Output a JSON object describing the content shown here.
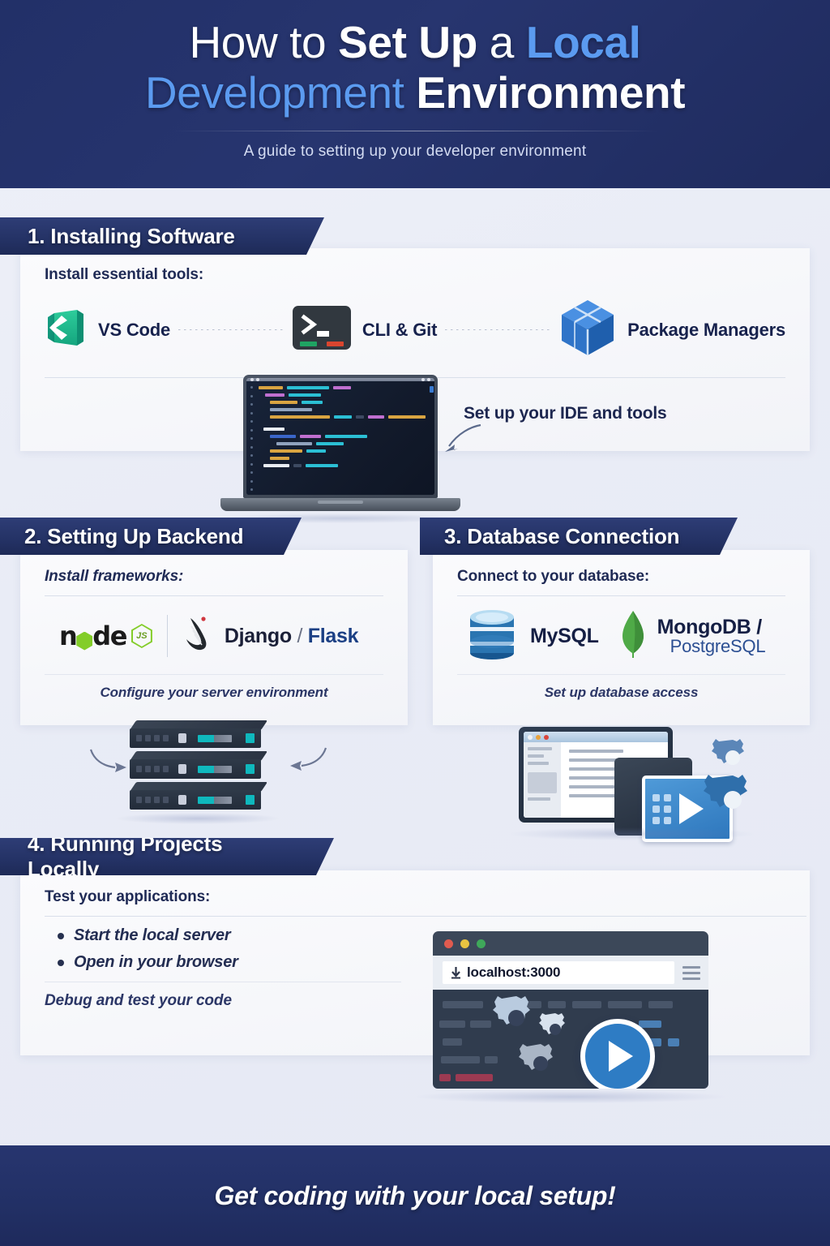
{
  "header": {
    "title_parts": [
      {
        "text": "How to ",
        "style": "light"
      },
      {
        "text": "Set Up ",
        "style": "bold"
      },
      {
        "text": "a ",
        "style": "light"
      },
      {
        "text": "Local",
        "style": "accent-bold"
      },
      {
        "text": "Development ",
        "style": "accent-bold"
      },
      {
        "text": "Environment",
        "style": "bold"
      }
    ],
    "line1_a": "How to ",
    "line1_b": "Set Up ",
    "line1_c": "a ",
    "line1_d": "Local",
    "line2_a": "Development",
    "line2_b": " Environment",
    "subtitle": "A guide to setting up your developer environment",
    "accent_color": "#5b9bf0",
    "bg_color": "#223068"
  },
  "section1": {
    "ribbon": "1. Installing Software",
    "lead": "Install essential tools:",
    "tools": [
      {
        "label": "VS Code",
        "icon": "vscode-icon"
      },
      {
        "label": "CLI & Git",
        "icon": "terminal-icon"
      },
      {
        "label": "Package Managers",
        "icon": "package-cube-icon"
      }
    ],
    "caption": "Set up your IDE and tools",
    "illustration": "laptop-code-editor"
  },
  "section2": {
    "ribbon": "2. Setting Up Backend",
    "lead": "Install frameworks:",
    "frameworks": [
      {
        "label": "node",
        "badge": "JS",
        "icon": "nodejs-icon"
      },
      {
        "label": "Django",
        "separator": " / ",
        "label2": "Flask",
        "icon": "django-icon"
      }
    ],
    "caption": "Configure your server environment",
    "illustration": "server-stack"
  },
  "section3": {
    "ribbon": "3. Database Connection",
    "lead": "Connect to your database:",
    "databases": [
      {
        "label": "MySQL",
        "icon": "database-cylinder-icon"
      },
      {
        "label": "MongoDB /",
        "label2": "PostgreSQL",
        "icon": "mongodb-leaf-icon"
      }
    ],
    "caption": "Set up database access",
    "illustration": "monitor-tablet-gears"
  },
  "section4": {
    "ribbon": "4. Running Projects Locally",
    "lead": "Test your applications:",
    "bullets": [
      "Start the local server",
      "Open in your browser"
    ],
    "caption": "Debug and test your code",
    "browser": {
      "url": "localhost:3000",
      "url_icon": "download-arrow-icon",
      "menu_icon": "hamburger-menu-icon",
      "play_icon": "play-button-icon",
      "traffic_lights": [
        "#e05b4f",
        "#e8c341",
        "#3fa85a"
      ]
    }
  },
  "footer": {
    "text": "Get coding with your local setup!"
  }
}
